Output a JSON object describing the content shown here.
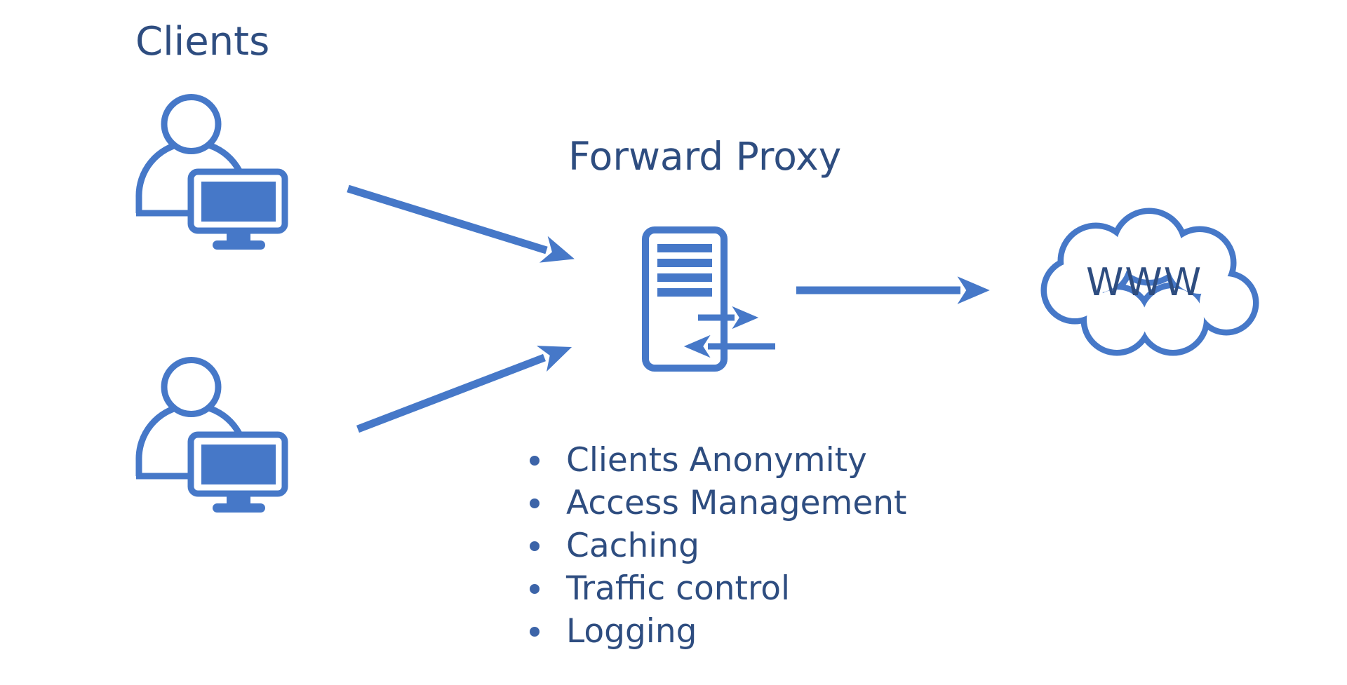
{
  "diagram": {
    "clients_label": "Clients",
    "proxy_label": "Forward Proxy",
    "www_label": "WWW",
    "features": [
      "Clients Anonymity",
      "Access Management",
      "Caching",
      "Traffic control",
      "Logging"
    ],
    "flow": "two clients send requests through a forward proxy server to the WWW cloud",
    "colors": {
      "shape_blue": "#4678c8",
      "text_navy": "#2e4d80",
      "bullet_blue": "#3c64a8",
      "background": "#ffffff"
    }
  }
}
